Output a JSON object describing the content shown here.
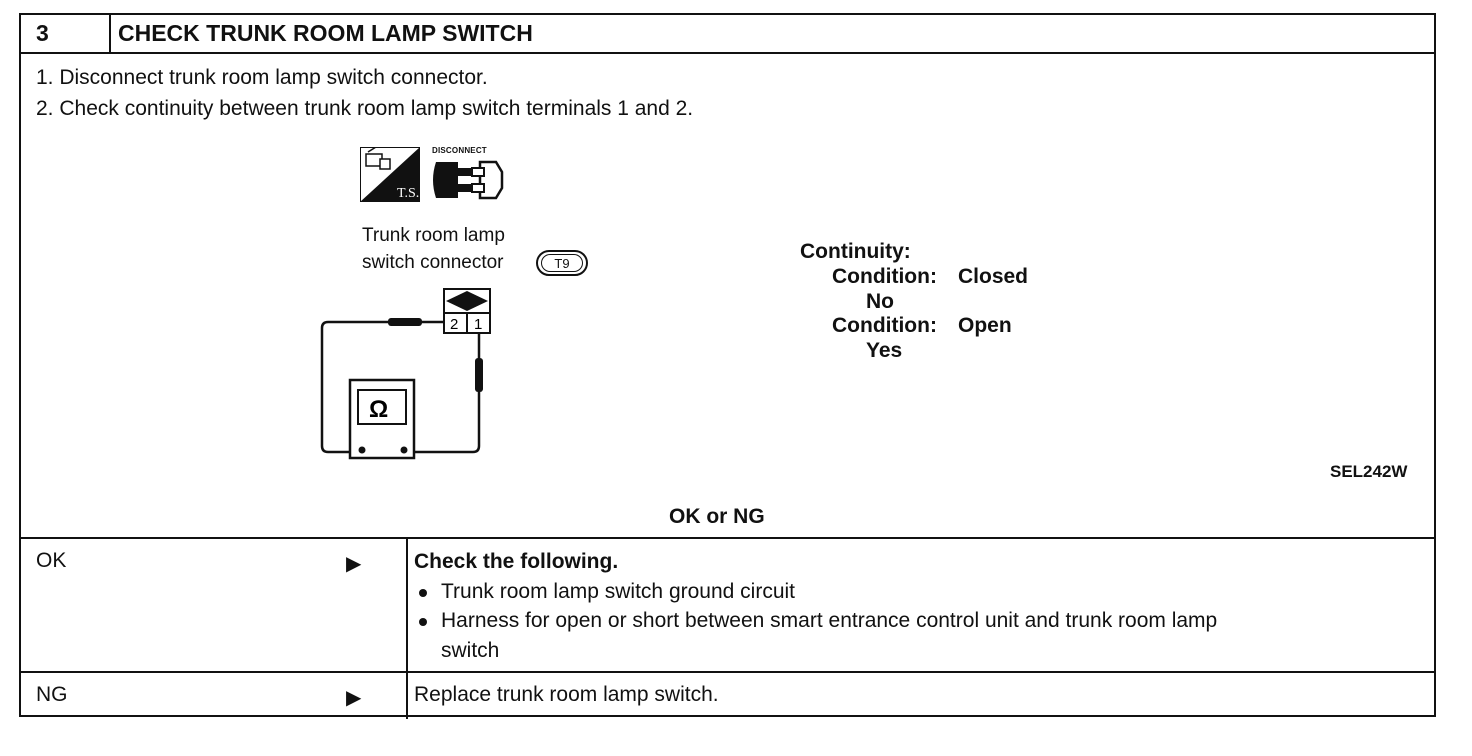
{
  "header": {
    "step_number": "3",
    "title": "CHECK TRUNK ROOM LAMP SWITCH"
  },
  "instructions": [
    "1.  Disconnect trunk room lamp switch connector.",
    "2.  Check continuity between trunk room lamp switch terminals 1 and 2."
  ],
  "figure": {
    "icon_ts_label": "T.S.",
    "icon_disconnect_label": "DISCONNECT",
    "connector_label_line1": "Trunk  room  lamp",
    "connector_label_line2": "switch  connector",
    "connector_id": "T9",
    "terminal_2": "2",
    "terminal_1": "1",
    "meter_symbol": "Ω",
    "continuity_title": "Continuity:",
    "condition_1_label": "Condition:",
    "condition_1_value": "Closed",
    "condition_1_result": "No",
    "condition_2_label": "Condition:",
    "condition_2_value": "Open",
    "condition_2_result": "Yes",
    "figure_code": "SEL242W"
  },
  "decision_title": "OK or NG",
  "results": [
    {
      "status": "OK",
      "action_title": "Check the following.",
      "items": [
        "Trunk room lamp switch ground circuit",
        "Harness for open or short between smart entrance control unit and trunk room lamp",
        "switch"
      ]
    },
    {
      "status": "NG",
      "action": "Replace trunk room lamp switch."
    }
  ],
  "colors": {
    "ink": "#111111",
    "paper": "#ffffff"
  }
}
